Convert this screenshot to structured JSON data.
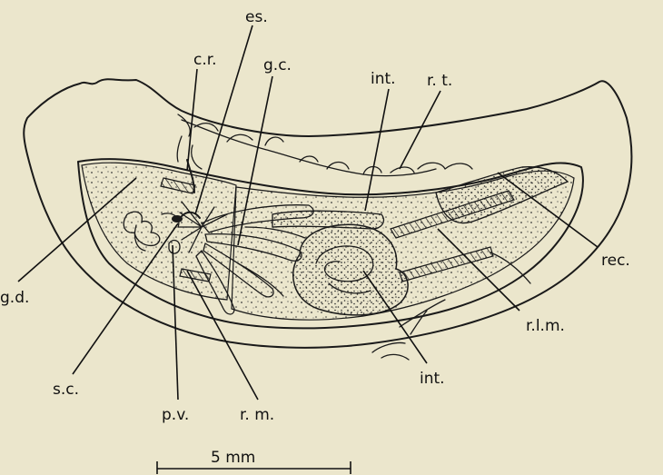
{
  "figure": {
    "labels": {
      "cr": "c.r.",
      "es": "es.",
      "gc": "g.c.",
      "int_top": "int.",
      "rt": "r. t.",
      "rec": "rec.",
      "gd": "g.d.",
      "rlm": "r.l.m.",
      "sc": "s.c.",
      "pv": "p.v.",
      "rm": "r. m.",
      "int_bottom": "int."
    },
    "scale_bar": {
      "label": "5 mm"
    }
  },
  "colors": {
    "background": "#ebe6cc",
    "ink": "#1a1a1a",
    "stipple": "#3a3a3a"
  }
}
